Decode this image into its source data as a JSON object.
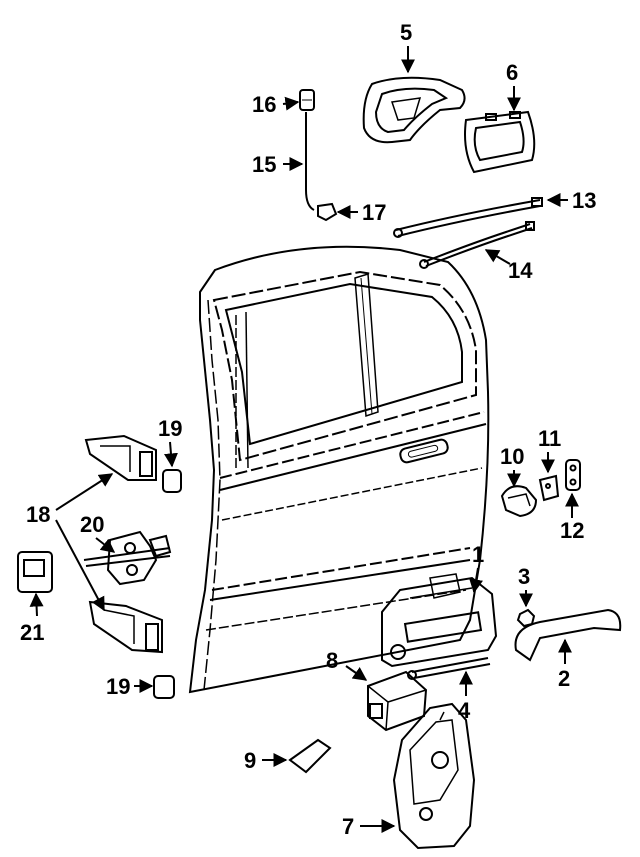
{
  "diagram": {
    "callouts": [
      "1",
      "2",
      "3",
      "4",
      "5",
      "6",
      "7",
      "8",
      "9",
      "10",
      "11",
      "12",
      "13",
      "14",
      "15",
      "16",
      "17",
      "18",
      "19",
      "20",
      "21"
    ],
    "line_color": "#000000",
    "background": "#ffffff"
  }
}
